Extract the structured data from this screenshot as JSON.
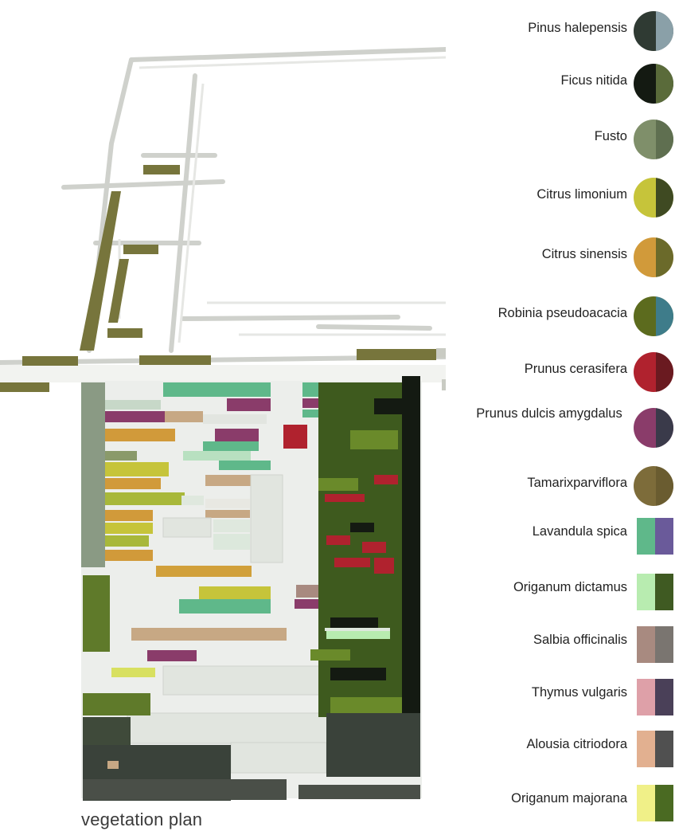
{
  "caption": "vegetation plan",
  "legend": [
    {
      "label": "Pinus halepensis",
      "shape": "circle",
      "color": "#2f3a33",
      "accent": "#8aa0a8"
    },
    {
      "label": "Ficus nitida",
      "shape": "circle",
      "color": "#141a12",
      "accent": "#5a6b3a"
    },
    {
      "label": "Fusto",
      "shape": "circle",
      "color": "#7f8f6a",
      "accent": "#5f6f50"
    },
    {
      "label": "Citrus limonium",
      "shape": "circle",
      "color": "#c6c43a",
      "accent": "#3f4a22"
    },
    {
      "label": "Citrus sinensis",
      "shape": "circle",
      "color": "#d19a3a",
      "accent": "#6b6a2a"
    },
    {
      "label": "Robinia pseudoacacia",
      "shape": "circle",
      "color": "#5c6b1e",
      "accent": "#3e7c8a"
    },
    {
      "label": "Prunus cerasifera",
      "shape": "circle",
      "color": "#b0222e",
      "accent": "#6a1a20"
    },
    {
      "label": "Prunus dulcis amygdalus",
      "shape": "circle",
      "color": "#8a3c6a",
      "accent": "#3a3a4a"
    },
    {
      "label": "Tamarixparviflora",
      "shape": "circle",
      "color": "#7d6c3a",
      "accent": "#6a5c30"
    },
    {
      "label": "Lavandula spica",
      "shape": "square",
      "color": "#5fb88a",
      "accent": "#6a5a9a"
    },
    {
      "label": "Origanum dictamus",
      "shape": "square",
      "color": "#b8ecb0",
      "accent": "#3f5a22"
    },
    {
      "label": "Salbia officinalis",
      "shape": "square",
      "color": "#a88a80",
      "accent": "#7a7570"
    },
    {
      "label": "Thymus vulgaris",
      "shape": "square",
      "color": "#dea0a8",
      "accent": "#4a4058"
    },
    {
      "label": "Alousia citriodora",
      "shape": "square",
      "color": "#e2b090",
      "accent": "#505050"
    },
    {
      "label": "Origanum majorana",
      "shape": "square",
      "color": "#f0f088",
      "accent": "#4a6a22"
    }
  ],
  "palette": {
    "olive": "#7b7a3e",
    "green": "#5fb88a",
    "magenta": "#8a3c6a",
    "tan": "#c7a884",
    "lime": "#c6c43a",
    "orange": "#d19a3a",
    "red": "#b0222e",
    "darkgreen": "#3e5a1e",
    "paleGreen": "#b8ecb0",
    "grey": "#8a8f84",
    "dark": "#141a12",
    "lightGrey": "#d8dad5",
    "pink": "#dea0a8"
  }
}
